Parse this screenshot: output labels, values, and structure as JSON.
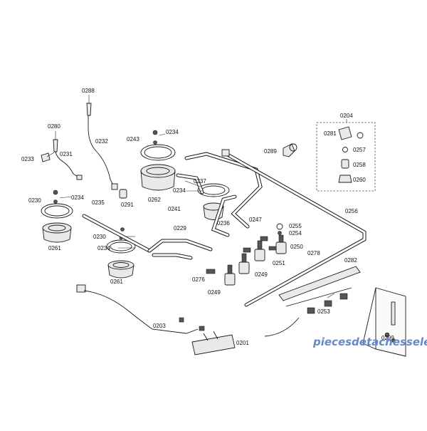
{
  "labels": {
    "l0288": "0288",
    "l0280": "0280",
    "l0233": "0233",
    "l0231": "0231",
    "l0232": "0232",
    "l0243": "0243",
    "l0234a": "0234",
    "l0230a": "0230",
    "l0234b": "0234",
    "l0291": "0291",
    "l0262": "0262",
    "l0235": "0235",
    "l0261a": "0261",
    "l0230b": "0230",
    "l0234c": "0234",
    "l0261b": "0261",
    "l0229": "0229",
    "l0237": "0237",
    "l0234d": "0234",
    "l0241": "0241",
    "l0236": "0236",
    "l0247": "0247",
    "l0255": "0255",
    "l0254": "0254",
    "l0250": "0250",
    "l0278": "0278",
    "l0251": "0251",
    "l0249a": "0249",
    "l0249b": "0249",
    "l0276": "0276",
    "l0289": "0289",
    "l0204": "0204",
    "l0281": "0281",
    "l0257": "0257",
    "l0258": "0258",
    "l0260": "0260",
    "l0256": "0256",
    "l0282": "0282",
    "l0253": "0253",
    "l0203": "0203",
    "l0201": "0201",
    "l0299": "0299"
  },
  "watermark": "piecesdetachesselec.com"
}
